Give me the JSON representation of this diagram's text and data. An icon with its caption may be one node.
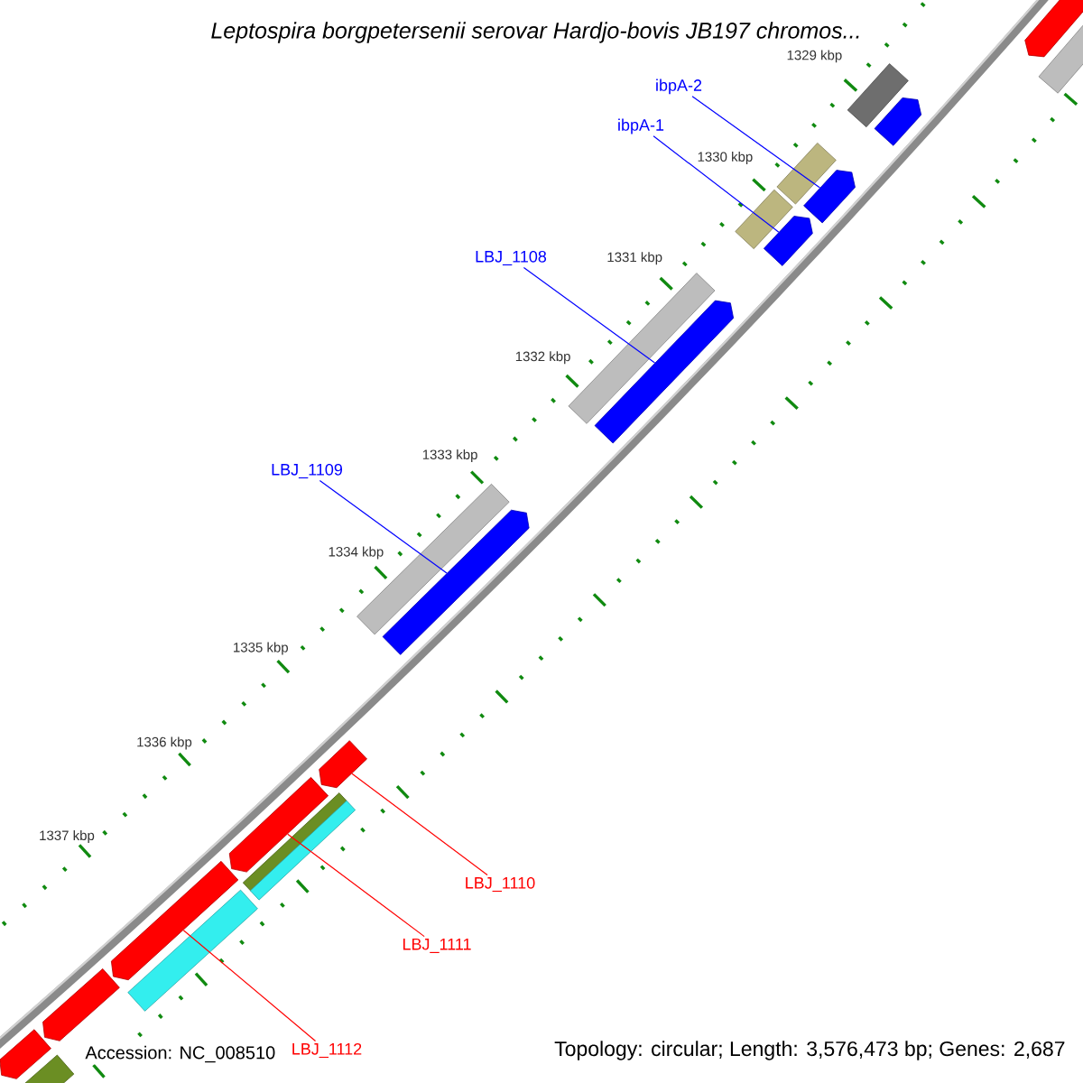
{
  "diagram": {
    "title": "Leptospira borgpetersenii serovar Hardjo-bovis JB197 chromos...",
    "nodes": [
      {
        "text": [
          "ibpA-2"
        ]
      },
      {
        "text": [
          "ibpA-1"
        ]
      },
      {
        "text": [
          "LBJ_1108"
        ]
      },
      {
        "text": [
          "LBJ_1109"
        ]
      },
      {
        "text": [
          "LBJ_1110"
        ]
      },
      {
        "text": [
          "LBJ_1111"
        ]
      },
      {
        "text": [
          "LBJ_1112"
        ]
      },
      {
        "text": [],
        "shape": "pentagon"
      },
      {
        "text": [],
        "shape": "box"
      },
      {
        "text": [],
        "shape": "box"
      },
      {
        "text": [],
        "shape": "pentagon"
      },
      {
        "text": [],
        "shape": "box"
      },
      {
        "text": [],
        "shape": "pentagon"
      },
      {
        "text": [],
        "shape": "box"
      },
      {
        "text": [],
        "shape": "pentagon"
      },
      {
        "text": [],
        "shape": "box"
      },
      {
        "text": [],
        "shape": "pentagon"
      },
      {
        "text": [],
        "shape": "box"
      },
      {
        "text": [],
        "shape": "pentagon"
      },
      {
        "text": [],
        "shape": "pentagon"
      },
      {
        "text": [],
        "shape": "box"
      },
      {
        "text": [],
        "shape": "box"
      },
      {
        "text": [],
        "shape": "pentagon"
      },
      {
        "text": [],
        "shape": "pentagon"
      },
      {
        "text": [],
        "shape": "box"
      },
      {
        "text": [],
        "shape": "pentagon"
      },
      {
        "text": [],
        "shape": "pentagon"
      },
      {
        "text": [],
        "shape": "box"
      }
    ],
    "edges": [
      {
        "from": 0,
        "to": 12,
        "arrow": "none"
      },
      {
        "from": 1,
        "to": 14,
        "arrow": "none"
      },
      {
        "from": 2,
        "to": 16,
        "arrow": "none"
      },
      {
        "from": 3,
        "to": 18,
        "arrow": "none"
      },
      {
        "from": 4,
        "to": 19,
        "arrow": "none",
        "color": "#ff0000"
      },
      {
        "from": 5,
        "to": 22,
        "arrow": "none",
        "color": "#ff0000"
      },
      {
        "from": 6,
        "to": 23,
        "arrow": "none",
        "color": "#ff0000"
      }
    ],
    "labels": [
      "1329 kbp",
      "1330 kbp",
      "1331 kbp",
      "1332 kbp",
      "1333 kbp",
      "1334 kbp",
      "1335 kbp",
      "1336 kbp",
      "1337 kbp",
      "Accession: NC_008510",
      "Topology: circular; Length: 3,576,473 bp; Genes: 2,687"
    ]
  }
}
